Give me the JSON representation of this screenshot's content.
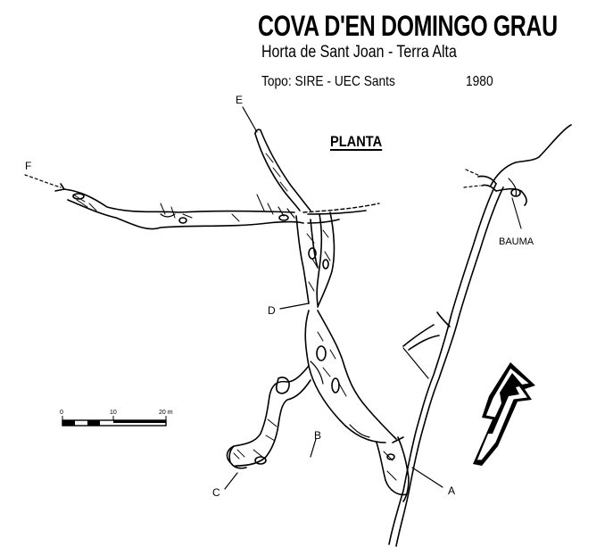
{
  "header": {
    "title": "COVA D'EN DOMINGO GRAU",
    "subtitle": "Horta de Sant Joan - Terra Alta",
    "credit": "Topo: SIRE - UEC Sants",
    "year": "1980"
  },
  "view_label": "PLANTA",
  "points": {
    "A": "A",
    "B": "B",
    "C": "C",
    "D": "D",
    "E": "E",
    "F": "F"
  },
  "feature_label": "BAUMA",
  "scale_bar": {
    "tick_0": "0",
    "tick_10": "10",
    "tick_20": "20 m"
  },
  "colors": {
    "ink": "#000000",
    "paper": "#ffffff"
  },
  "north_arrow": "north-arrow-icon"
}
